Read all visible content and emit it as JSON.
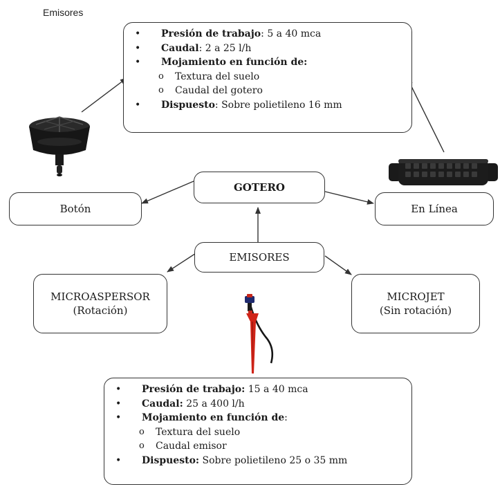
{
  "heading": "Emisores",
  "nodes": {
    "gotero": "GOTERO",
    "boton": "Botón",
    "en_linea": "En Línea",
    "emisores": "EMISORES",
    "microaspersor": {
      "title": "MICROASPERSOR",
      "subtitle": "(Rotación)"
    },
    "microjet": {
      "title": "MICROJET",
      "subtitle": "(Sin rotación)"
    }
  },
  "gotero_info": {
    "presion_label": "Presión de trabajo",
    "presion_value": ": 5 a 40 mca",
    "caudal_label": "Caudal",
    "caudal_value": ": 2 a 25 l/h",
    "mojamiento_label": "Mojamiento en función de:",
    "sub1": "Textura del suelo",
    "sub2": "Caudal del gotero",
    "dispuesto_label": "Dispuesto",
    "dispuesto_value": ": Sobre polietileno 16 mm"
  },
  "micro_info": {
    "presion_label": "Presión de trabajo:",
    "presion_value": " 15 a 40 mca",
    "caudal_label": "Caudal:",
    "caudal_value": " 25 a 400 l/h",
    "mojamiento_label": "Mojamiento en función de",
    "mojamiento_colon": ":",
    "sub1": "Textura del suelo",
    "sub2": "Caudal emisor",
    "dispuesto_label": "Dispuesto:",
    "dispuesto_value": " Sobre polietileno 25 o 35 mm"
  },
  "colors": {
    "stroke": "#333333",
    "dripper": "#1c1c1c",
    "stake_red": "#d02418"
  },
  "images": [
    "button-dripper-image",
    "inline-dripper-image",
    "micro-sprinkler-image"
  ]
}
